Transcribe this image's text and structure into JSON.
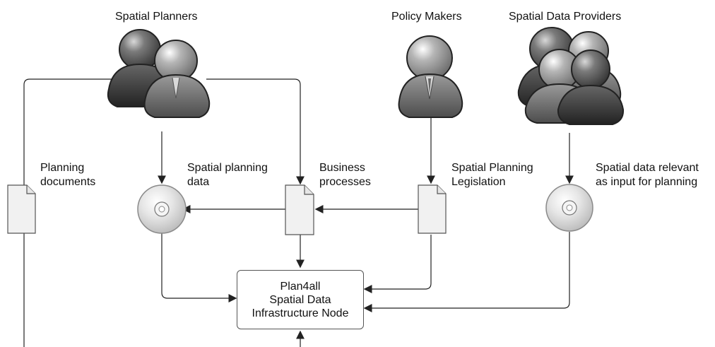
{
  "roles": {
    "spatial_planners": "Spatial Planners",
    "policy_makers": "Policy Makers",
    "spatial_data_providers": "Spatial Data Providers"
  },
  "flows": {
    "planning_documents": [
      "Planning",
      "documents"
    ],
    "spatial_planning_data": [
      "Spatial planning",
      "data"
    ],
    "business_processes": [
      "Business",
      "processes"
    ],
    "spatial_planning_legislation": [
      "Spatial Planning",
      "Legislation"
    ],
    "spatial_data_relevant": [
      "Spatial data relevant",
      "as input for planning"
    ]
  },
  "node": {
    "line1": "Plan4all",
    "line2": "Spatial Data",
    "line3": "Infrastructure Node"
  },
  "icons": {
    "person": "person-icon",
    "document": "document-icon",
    "disc": "disc-icon"
  }
}
